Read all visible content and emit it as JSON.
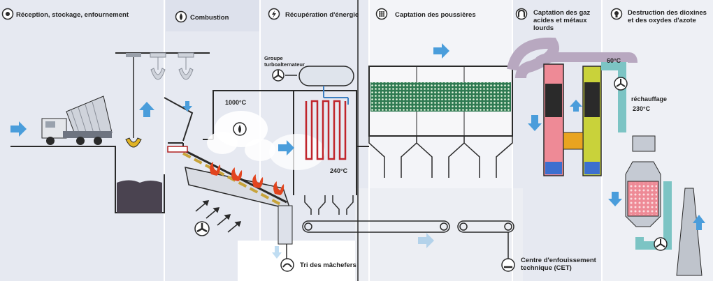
{
  "sections": [
    {
      "id": "reception",
      "label": "Réception, stockage, enfournement"
    },
    {
      "id": "combustion",
      "label": "Combustion"
    },
    {
      "id": "energy",
      "label": "Récupération d'énergie"
    },
    {
      "id": "dust",
      "label": "Captation des poussières"
    },
    {
      "id": "gas",
      "label": "Captation des gaz\nacides et métaux\nlourds"
    },
    {
      "id": "dioxins",
      "label": "Destruction des dioxines\net des oxydes d'azote"
    }
  ],
  "labels": {
    "turbo": "Groupe\nturboalternateur",
    "temp_furnace": "1000°C",
    "temp_boiler": "240°C",
    "temp_top": "60°C",
    "reheat": "réchauffage",
    "temp_reheat": "230°C",
    "tri": "Tri des mâchefers",
    "cet": "Centre d'enfouissement\ntechnique (CET)"
  },
  "colors": {
    "panel": "#e6e9f1",
    "panel_dark": "#d5dae6",
    "arrow": "#4a9ddb",
    "ink": "#2a2a2a",
    "pink": "#ee8a96",
    "olive": "#c9d23a",
    "teal": "#7cc4c4",
    "chimney": "#bfc4cc",
    "flame": "#e2451f",
    "duct": "#b8a8c0",
    "filter": "#2f7a52"
  },
  "icons": [
    "target-icon",
    "flame-icon",
    "lightning-icon",
    "grid-icon",
    "magnet-icon",
    "bulb-icon",
    "fan-icon",
    "turbine-icon",
    "down-arrow-icon"
  ]
}
